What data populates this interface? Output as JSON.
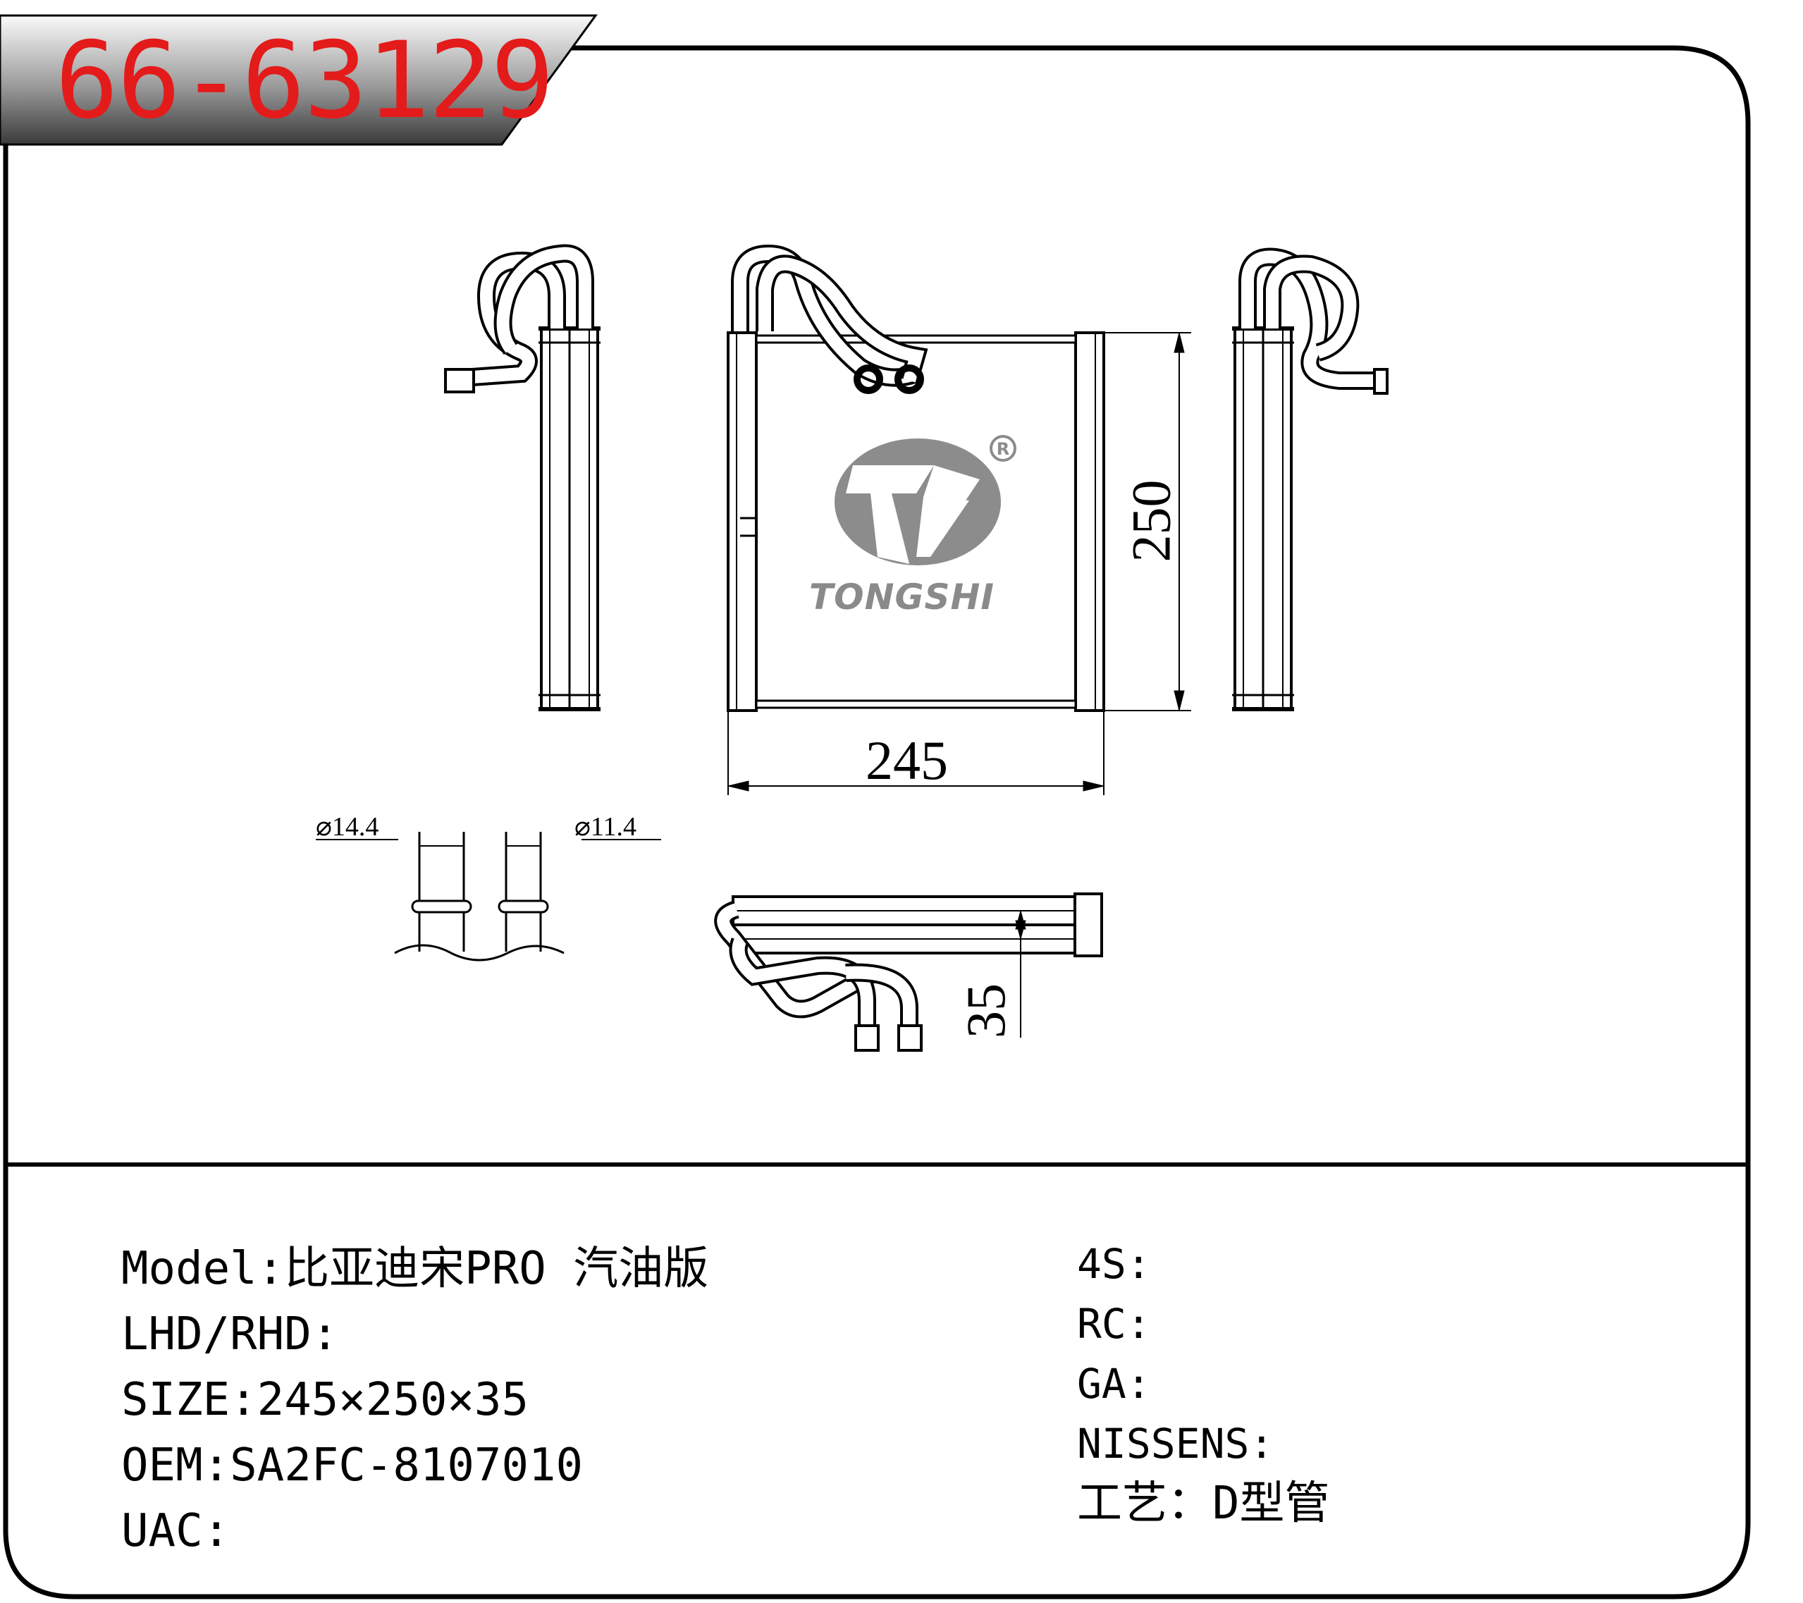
{
  "part_number": "66-63129",
  "brand": {
    "name": "TONGSHI",
    "registered_mark": "®"
  },
  "dimensions": {
    "width": "245",
    "height": "250",
    "depth": "35",
    "pipe_inlet": "⌀14.4",
    "pipe_outlet": "⌀11.4"
  },
  "specs_left": [
    {
      "label": "Model:",
      "value": "比亚迪宋PRO 汽油版"
    },
    {
      "label": "LHD/RHD:",
      "value": ""
    },
    {
      "label": "SIZE:",
      "value": "245×250×35"
    },
    {
      "label": "OEM:",
      "value": "SA2FC-8107010"
    },
    {
      "label": "UAC:",
      "value": ""
    }
  ],
  "specs_right": [
    {
      "label": "4S:",
      "value": ""
    },
    {
      "label": "RC:",
      "value": ""
    },
    {
      "label": "GA:",
      "value": ""
    },
    {
      "label": "NISSENS:",
      "value": ""
    },
    {
      "label": "工艺：",
      "value": "D型管"
    }
  ],
  "colors": {
    "part_number": "#e41b1b",
    "banner": "#4a4a4a",
    "logo": "#8c8c8c",
    "line": "#000000"
  }
}
